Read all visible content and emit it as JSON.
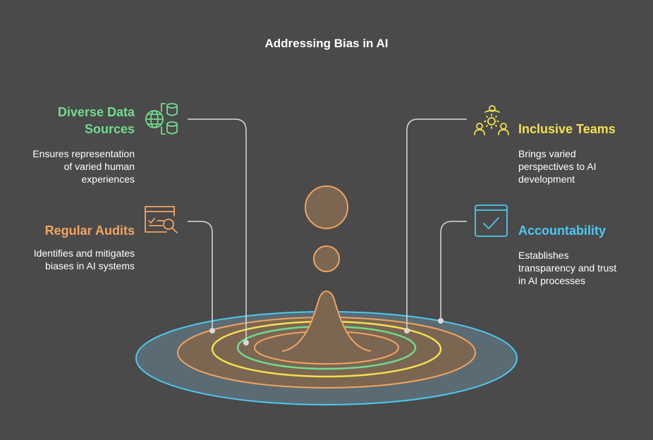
{
  "title": "Addressing Bias in AI",
  "colors": {
    "background": "#4a4a4a",
    "green": "#6fdc8c",
    "orange": "#f2a35e",
    "yellow": "#f4e04d",
    "blue": "#4cc9f0",
    "drop_fill": "#7b6652",
    "line": "#d9d9d9"
  },
  "items": {
    "diverse": {
      "heading_line1": "Diverse Data",
      "heading_line2": "Sources",
      "desc_line1": "Ensures representation",
      "desc_line2": "of varied human",
      "desc_line3": "experiences",
      "icon": "globe-database-icon"
    },
    "audits": {
      "heading": "Regular Audits",
      "desc_line1": "Identifies and mitigates",
      "desc_line2": "biases in AI systems",
      "icon": "audit-magnifier-icon"
    },
    "teams": {
      "heading": "Inclusive Teams",
      "desc_line1": "Brings varied",
      "desc_line2": "perspectives to AI",
      "desc_line3": "development",
      "icon": "team-gear-icon"
    },
    "accountability": {
      "heading": "Accountability",
      "desc_line1": "Establishes",
      "desc_line2": "transparency and trust",
      "desc_line3": "in AI processes",
      "icon": "checkbox-icon"
    }
  }
}
